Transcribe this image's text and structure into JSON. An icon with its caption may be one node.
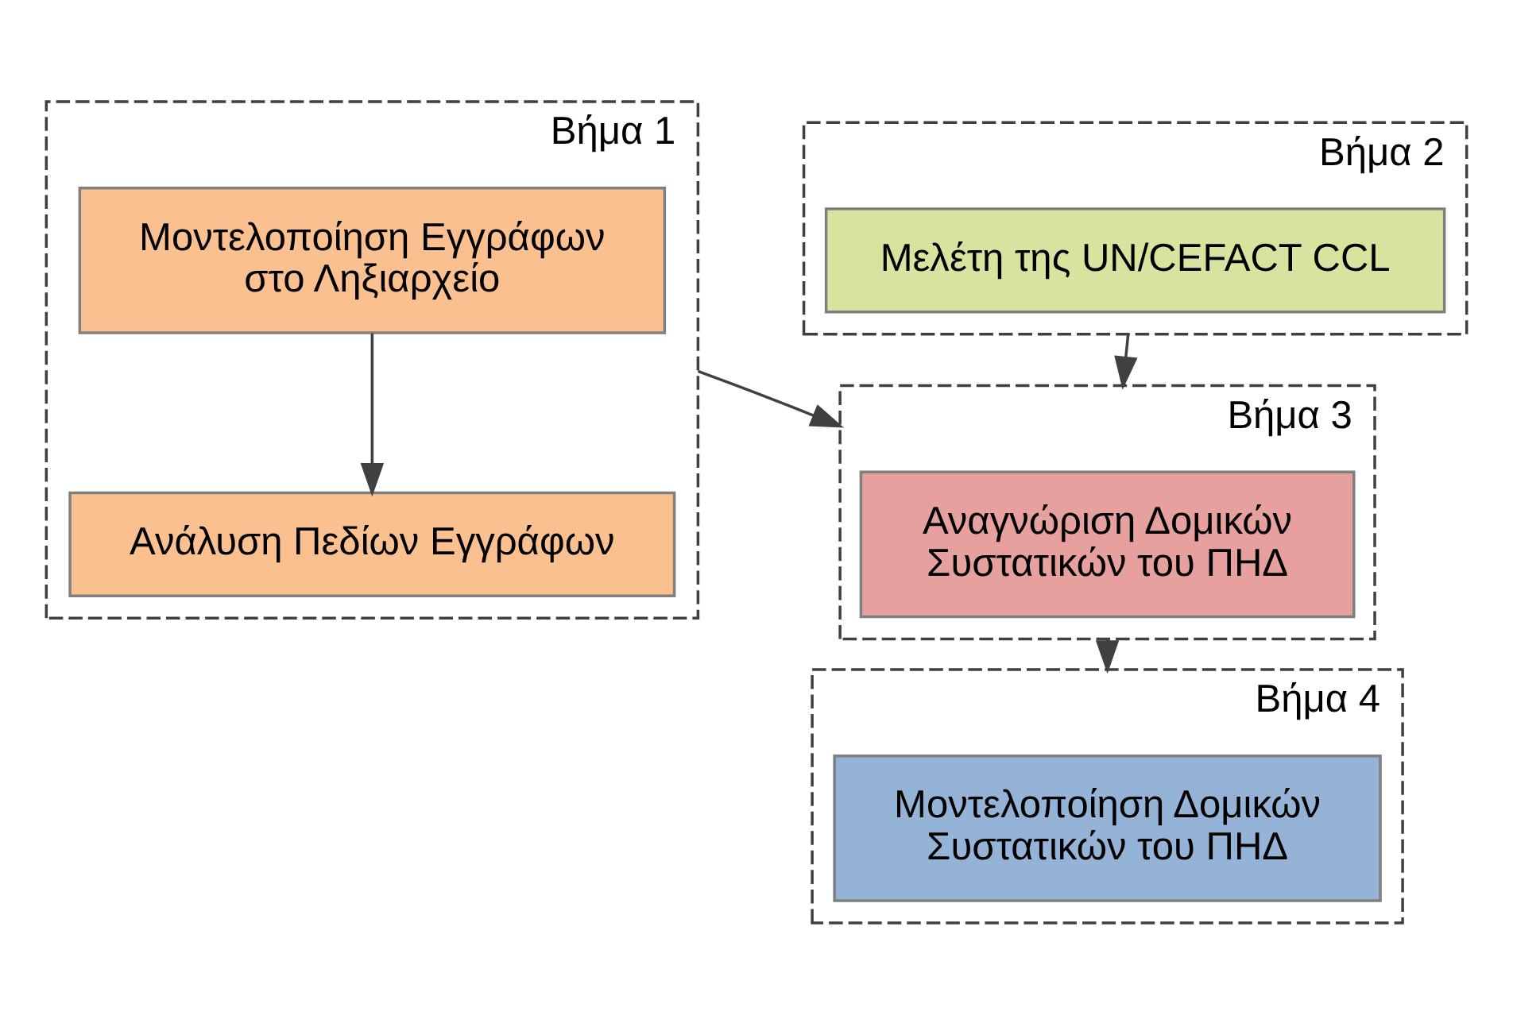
{
  "diagram": {
    "nodes": [
      {
        "text": [
          "Βήμα 1"
        ]
      },
      {
        "text": [
          "Μοντελοποίηση Εγγράφων στο Ληξιαρχείο"
        ],
        "in": 0
      },
      {
        "text": [
          "Ανάλυση Πεδίων Εγγράφων"
        ],
        "in": 0
      },
      {
        "text": [
          "Βήμα 2"
        ]
      },
      {
        "text": [
          "Μελέτη της UN/CEFACT CCL"
        ],
        "in": 3
      },
      {
        "text": [
          "Βήμα 3"
        ]
      },
      {
        "text": [
          "Αναγνώριση Δομικών Συστατικών του ΠΗΔ"
        ],
        "in": 5
      },
      {
        "text": [
          "Βήμα 4"
        ]
      },
      {
        "text": [
          "Μοντελοποίηση Δομικών Συστατικών του ΠΗΔ"
        ],
        "in": 7
      }
    ],
    "edges": [
      {
        "from": 1,
        "to": 2,
        "arrow": "to"
      },
      {
        "from": 0,
        "to": 5,
        "arrow": "to"
      },
      {
        "from": 3,
        "to": 5,
        "arrow": "to"
      },
      {
        "from": 5,
        "to": 7,
        "arrow": "to"
      }
    ]
  }
}
